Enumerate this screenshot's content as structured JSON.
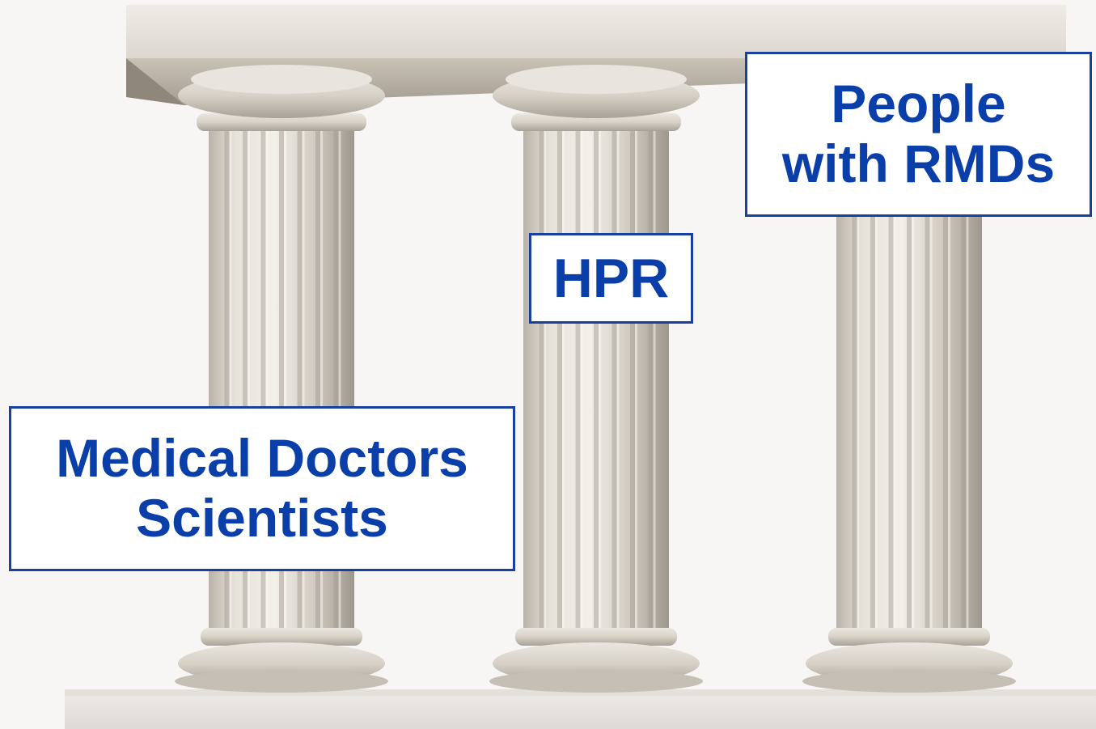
{
  "diagram": {
    "picture": "three-pillars",
    "labels": {
      "people": {
        "line1": "People",
        "line2": "with RMDs"
      },
      "hpr": {
        "line1": "HPR"
      },
      "doctors": {
        "line1": "Medical Doctors",
        "line2": "Scientists"
      }
    },
    "colors": {
      "label_text": "#0a3ea8",
      "label_border": "#1840a0",
      "label_background": "#ffffff",
      "stone": "#d9d4cc",
      "background": "#f7f6f5"
    }
  }
}
